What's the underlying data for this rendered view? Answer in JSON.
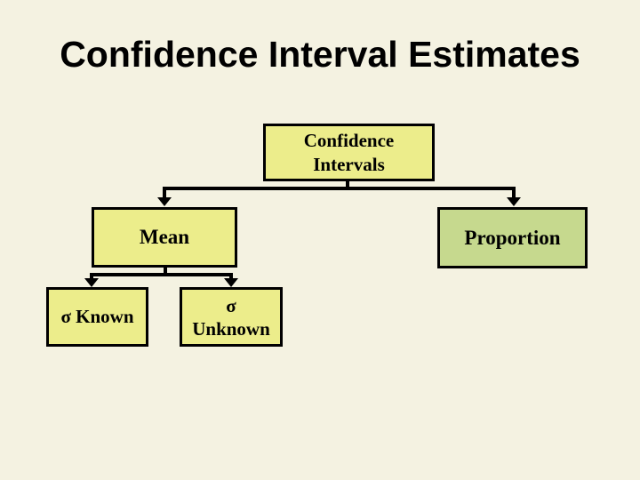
{
  "slide": {
    "title": "Confidence Interval Estimates"
  },
  "tree": {
    "root": {
      "line1": "Confidence",
      "line2": "Intervals"
    },
    "mean": {
      "label": "Mean"
    },
    "proportion": {
      "label": "Proportion"
    },
    "sigma_known": {
      "label": "σ Known"
    },
    "sigma_unknown": {
      "line1": "σ",
      "line2": "Unknown"
    }
  },
  "colors": {
    "background": "#f4f2e1",
    "node_yellow": "#eced8b",
    "node_green": "#c6d98e",
    "connector_black": "#000000",
    "text_black": "#000000"
  }
}
